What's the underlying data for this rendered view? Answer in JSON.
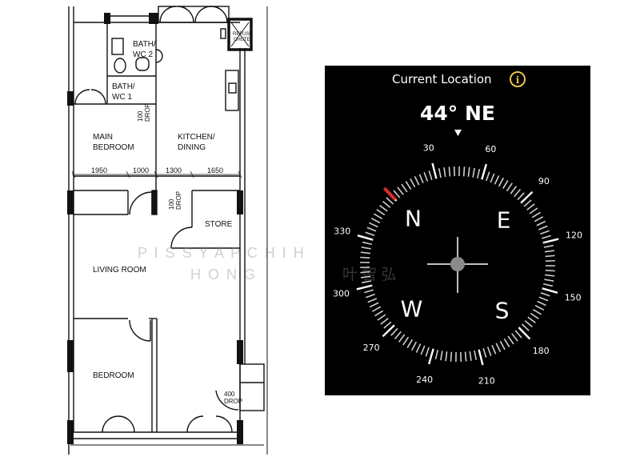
{
  "floorplan": {
    "rooms": {
      "bath_wc_2": [
        "BATH/",
        "WC 2"
      ],
      "bath_wc_1": [
        "BATH/",
        "WC 1"
      ],
      "refuse_chute": [
        "REFUSE",
        "CHUTE"
      ],
      "main_bedroom": [
        "MAIN",
        "BEDROOM"
      ],
      "kitchen_dining": [
        "KITCHEN/",
        "DINING"
      ],
      "store": "STORE",
      "living_room": "LIVING ROOM",
      "bedroom": "BEDROOM"
    },
    "dimensions": [
      "1950",
      "1000",
      "1300",
      "1650"
    ],
    "drops": {
      "drop_1": [
        "100",
        "DROP"
      ],
      "drop_2": [
        "100",
        "DROP"
      ],
      "drop_3": [
        "400",
        "DROP"
      ]
    }
  },
  "compass": {
    "title": "Current Location",
    "info_icon": "info-icon",
    "heading": "44° NE",
    "heading_degrees": 44,
    "cardinals": [
      "N",
      "E",
      "S",
      "W"
    ],
    "degree_labels": [
      "30",
      "60",
      "90",
      "120",
      "150",
      "180",
      "210",
      "240",
      "270",
      "300",
      "330"
    ],
    "colors": {
      "background": "#000000",
      "accent": "#e8c547",
      "needle": "#d92b2b",
      "ticks": "#cfcfcf"
    }
  },
  "watermark": {
    "line1": "P I S S   Y A P   C H I H",
    "line2": "H O N G",
    "chinese": "叶 智 弘"
  }
}
